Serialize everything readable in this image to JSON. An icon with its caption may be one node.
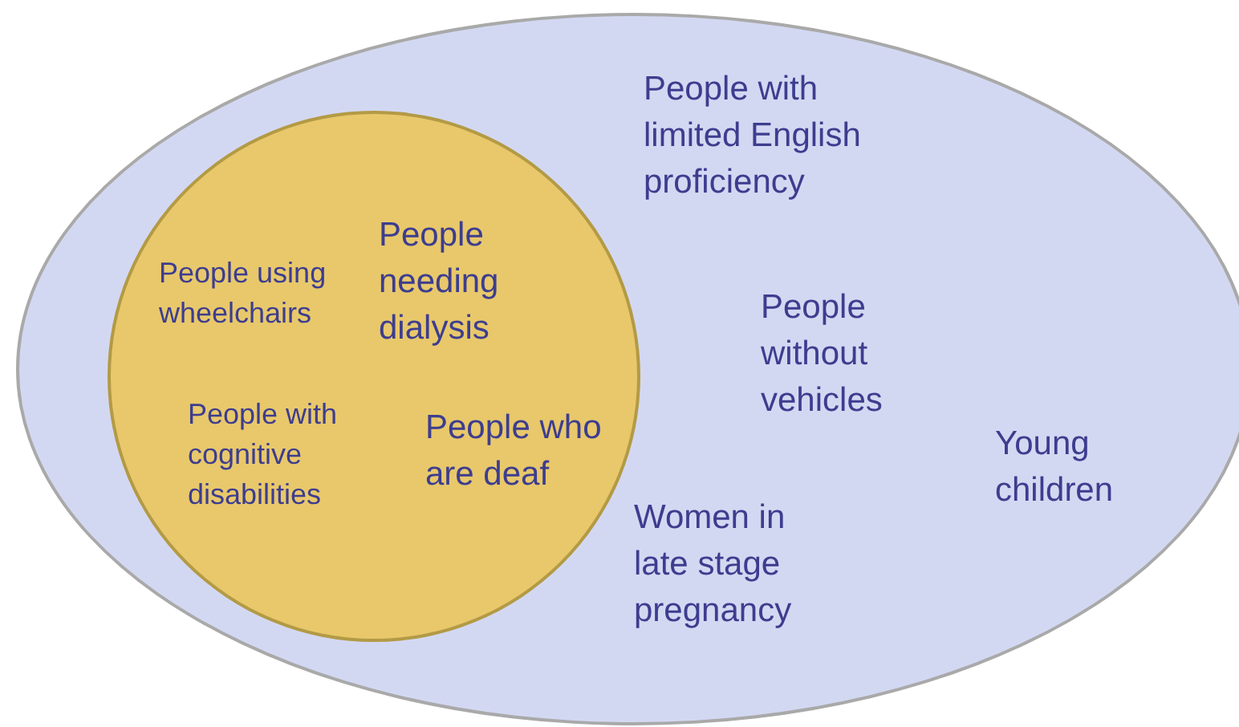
{
  "diagram": {
    "nodes": [
      {
        "text": [
          "People with limited English proficiency",
          "People without vehicles",
          "Young children",
          "Women in late stage pregnancy"
        ]
      },
      {
        "text": [
          "People using wheelchairs",
          "People needing dialysis",
          "People with cognitive disabilities",
          "People who are deaf"
        ],
        "in": 0
      }
    ],
    "edges": []
  }
}
